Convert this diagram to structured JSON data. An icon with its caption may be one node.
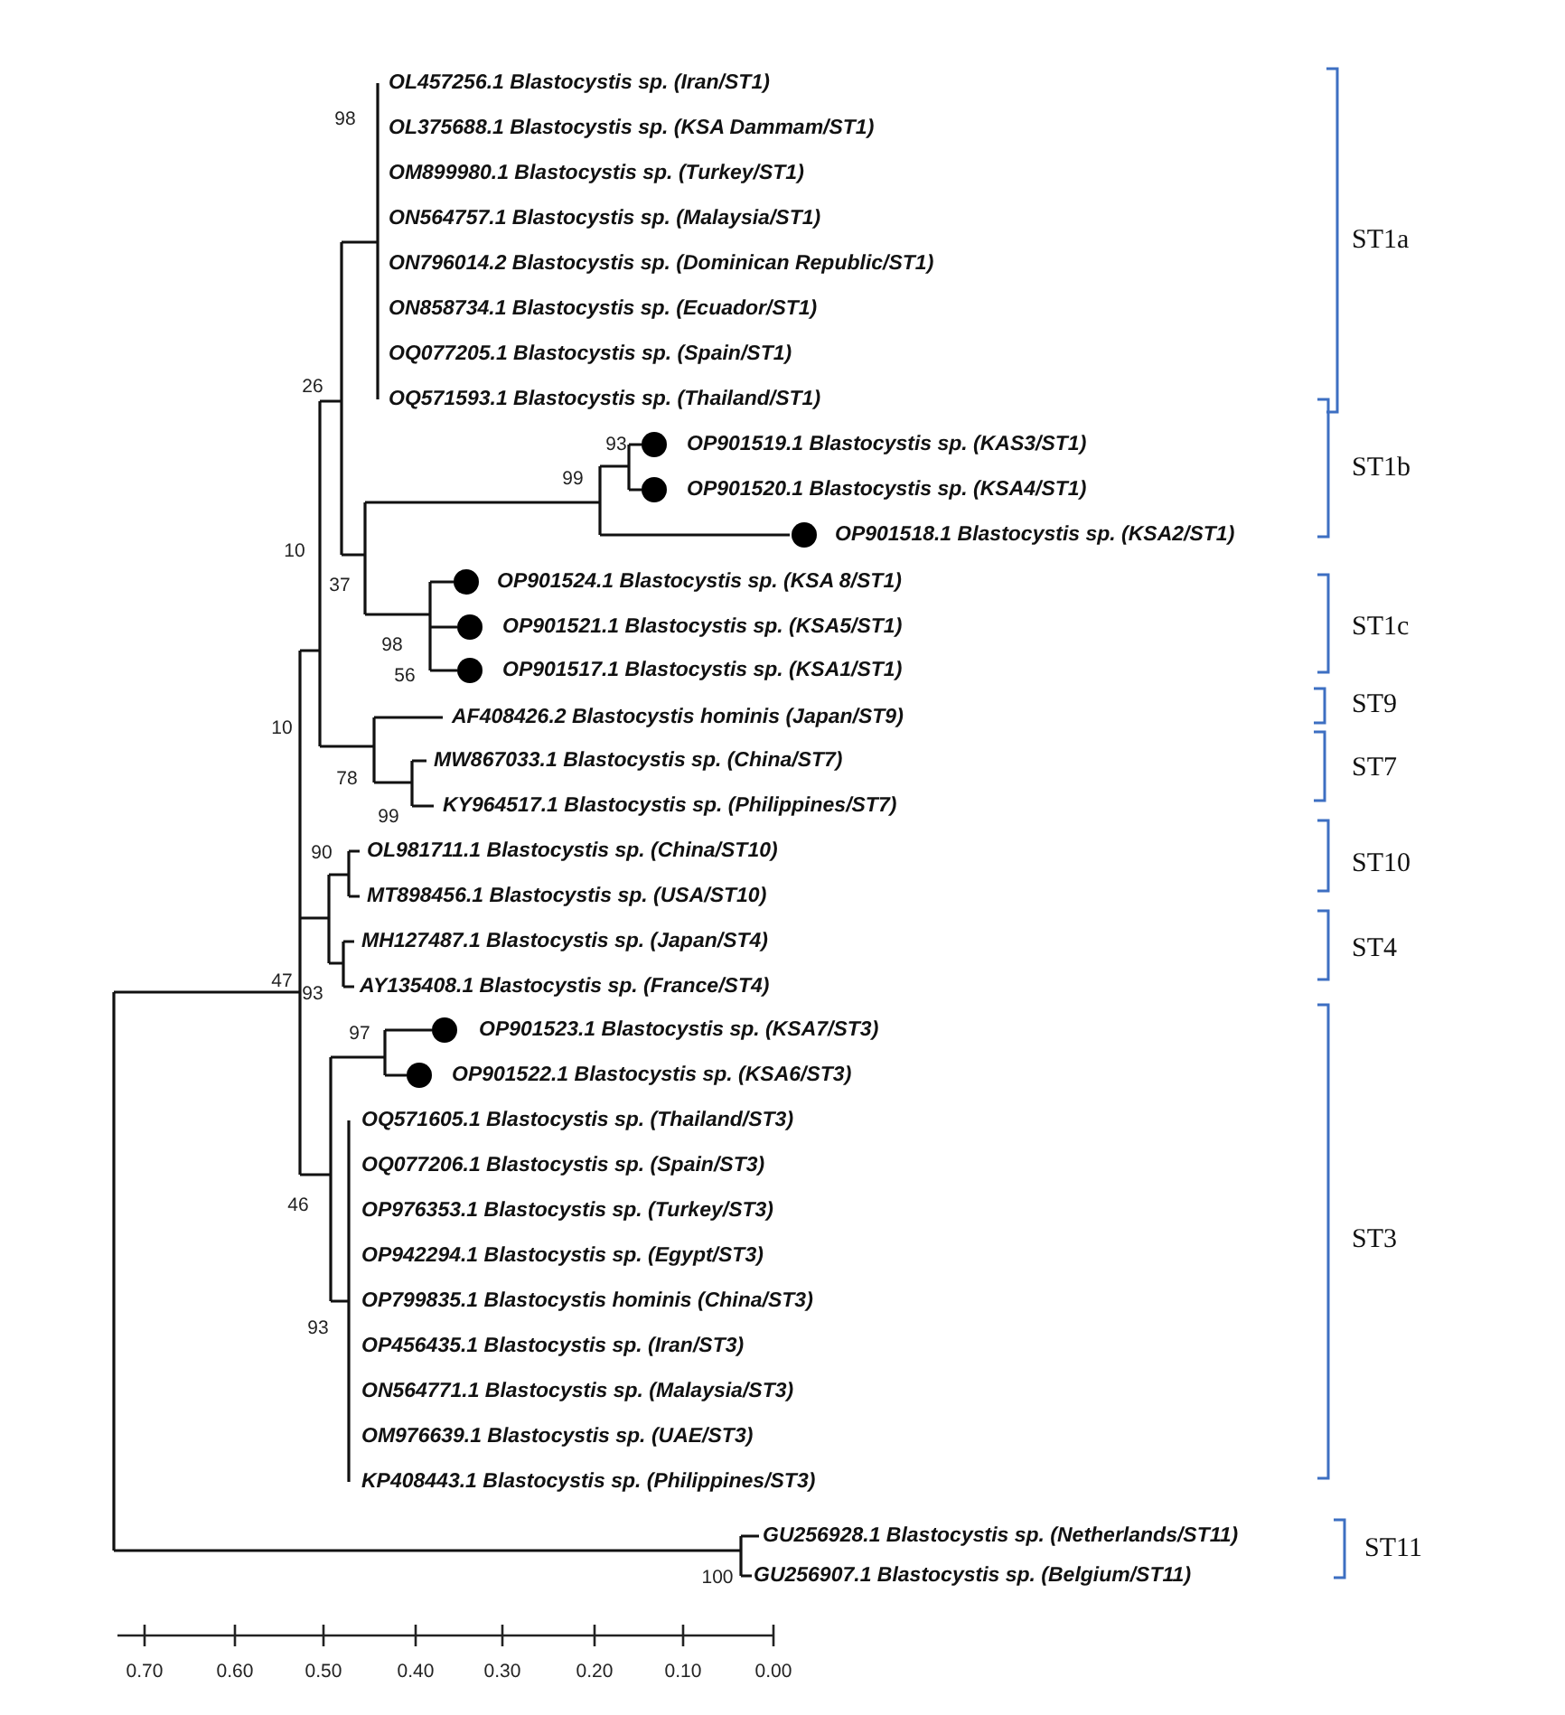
{
  "diagram": {
    "nodes": [
      {
        "text": [
          "OL457256.1 Blastocystis sp. (Iran/ST1)"
        ]
      },
      {
        "text": [
          "OL375688.1 Blastocystis sp. (KSA Dammam/ST1)"
        ]
      },
      {
        "text": [
          "OM899980.1 Blastocystis sp. (Turkey/ST1)"
        ]
      },
      {
        "text": [
          "ON564757.1 Blastocystis sp. (Malaysia/ST1)"
        ]
      },
      {
        "text": [
          "ON796014.2 Blastocystis sp. (Dominican Republic/ST1)"
        ]
      },
      {
        "text": [
          "ON858734.1 Blastocystis sp. (Ecuador/ST1)"
        ]
      },
      {
        "text": [
          "OQ077205.1 Blastocystis sp. (Spain/ST1)"
        ]
      },
      {
        "text": [
          "OQ571593.1 Blastocystis sp. (Thailand/ST1)"
        ]
      },
      {
        "text": [
          "OP901519.1 Blastocystis sp. (KAS3/ST1)"
        ]
      },
      {
        "text": [
          "OP901520.1 Blastocystis sp. (KSA4/ST1)"
        ]
      },
      {
        "text": [
          "OP901518.1 Blastocystis sp. (KSA2/ST1)"
        ]
      },
      {
        "text": [
          "OP901524.1 Blastocystis sp. (KSA 8/ST1)"
        ]
      },
      {
        "text": [
          "OP901521.1 Blastocystis sp. (KSA5/ST1)"
        ]
      },
      {
        "text": [
          "OP901517.1 Blastocystis sp. (KSA1/ST1)"
        ]
      },
      {
        "text": [
          "AF408426.2 Blastocystis hominis (Japan/ST9)"
        ]
      },
      {
        "text": [
          "MW867033.1 Blastocystis sp. (China/ST7)"
        ]
      },
      {
        "text": [
          "KY964517.1 Blastocystis sp. (Philippines/ST7)"
        ]
      },
      {
        "text": [
          "OL981711.1 Blastocystis sp. (China/ST10)"
        ]
      },
      {
        "text": [
          "MT898456.1 Blastocystis sp. (USA/ST10)"
        ]
      },
      {
        "text": [
          "MH127487.1 Blastocystis sp. (Japan/ST4)"
        ]
      },
      {
        "text": [
          "AY135408.1 Blastocystis sp. (France/ST4)"
        ]
      },
      {
        "text": [
          "OP901523.1 Blastocystis sp. (KSA7/ST3)"
        ]
      },
      {
        "text": [
          "OP901522.1 Blastocystis sp. (KSA6/ST3)"
        ]
      },
      {
        "text": [
          "OQ571605.1 Blastocystis sp. (Thailand/ST3)"
        ]
      },
      {
        "text": [
          "OQ077206.1 Blastocystis sp. (Spain/ST3)"
        ]
      },
      {
        "text": [
          "OP976353.1 Blastocystis sp. (Turkey/ST3)"
        ]
      },
      {
        "text": [
          "OP942294.1 Blastocystis sp. (Egypt/ST3)"
        ]
      },
      {
        "text": [
          "OP799835.1 Blastocystis hominis (China/ST3)"
        ]
      },
      {
        "text": [
          "OP456435.1 Blastocystis sp. (Iran/ST3)"
        ]
      },
      {
        "text": [
          "ON564771.1 Blastocystis sp. (Malaysia/ST3)"
        ]
      },
      {
        "text": [
          "OM976639.1 Blastocystis sp. (UAE/ST3)"
        ]
      },
      {
        "text": [
          "KP408443.1 Blastocystis sp. (Philippines/ST3)"
        ]
      },
      {
        "text": [
          "GU256928.1 Blastocystis sp. (Netherlands/ST11)"
        ]
      },
      {
        "text": [
          "GU256907.1 Blastocystis sp. (Belgium/ST11)"
        ]
      }
    ],
    "labels": [
      "98",
      "26",
      "93",
      "99",
      "10",
      "37",
      "98",
      "56",
      "10",
      "78",
      "99",
      "90",
      "47",
      "93",
      "97",
      "46",
      "93",
      "100",
      "ST1a",
      "ST1b",
      "ST1c",
      "ST9",
      "ST7",
      "ST10",
      "ST4",
      "ST3",
      "ST11",
      "0.70",
      "0.60",
      "0.50",
      "0.40",
      "0.30",
      "0.20",
      "0.10",
      "0.00"
    ]
  }
}
